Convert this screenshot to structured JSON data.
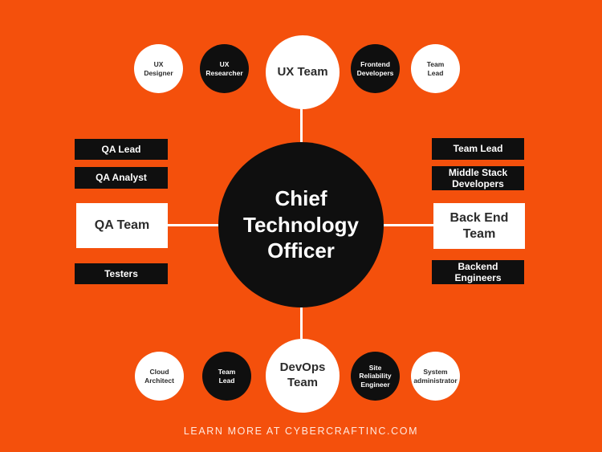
{
  "canvas": {
    "footer_text": "LEARN MORE AT CYBERCRAFTINC.COM"
  },
  "colors": {
    "background": "#F4500C",
    "shape_black": "#0F0F0F",
    "shape_white": "#FFFFFF",
    "text_on_black": "#FFFFFF",
    "text_on_white": "#2B2B2B",
    "connector": "#FFFFFF",
    "footer_text": "#FFE9E0"
  },
  "center": {
    "title": "Chief\nTechnology\nOfficer"
  },
  "branches": {
    "ux": {
      "team": "UX Team",
      "satellites": [
        {
          "label": "UX\nDesigner",
          "variant": "white"
        },
        {
          "label": "UX\nResearcher",
          "variant": "black"
        },
        {
          "label": "Frontend\nDevelopers",
          "variant": "black"
        },
        {
          "label": "Team\nLead",
          "variant": "white"
        }
      ]
    },
    "qa": {
      "team": "QA Team",
      "roles": [
        {
          "label": "QA Lead"
        },
        {
          "label": "QA Analyst"
        },
        {
          "label": "Testers"
        }
      ]
    },
    "backend": {
      "team": "Back End\nTeam",
      "roles": [
        {
          "label": "Team Lead"
        },
        {
          "label": "Middle Stack\nDevelopers"
        },
        {
          "label": "Backend\nEngineers"
        }
      ]
    },
    "devops": {
      "team": "DevOps\nTeam",
      "satellites": [
        {
          "label": "Cloud\nArchitect",
          "variant": "white"
        },
        {
          "label": "Team\nLead",
          "variant": "black"
        },
        {
          "label": "Site\nReliability\nEngineer",
          "variant": "black"
        },
        {
          "label": "System\nadministrator",
          "variant": "white"
        }
      ]
    }
  }
}
